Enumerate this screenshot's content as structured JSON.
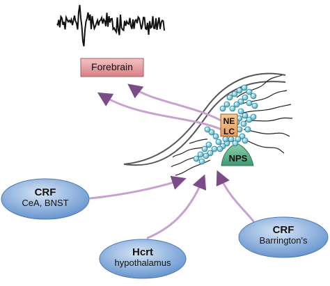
{
  "labels": {
    "forebrain": "Forebrain",
    "ne": "NE",
    "lc": "LC",
    "nps": "NPS",
    "crf_cea_title": "CRF",
    "crf_cea_sub": "CeA, BNST",
    "hcrt_title": "Hcrt",
    "hcrt_sub": "hypothalamus",
    "crf_barr_title": "CRF",
    "crf_barr_sub": "Barrington's"
  },
  "colors": {
    "arrow": "#c7a2cf",
    "arrow_dark": "#8e5a99",
    "forebrain_fill": "#e7a3a6",
    "nelc_fill": "#f1b57f",
    "nps_fill": "#5fb08b",
    "ellipse_fill": "#7ea6d6",
    "bead_fill": "#7fd4e0"
  }
}
